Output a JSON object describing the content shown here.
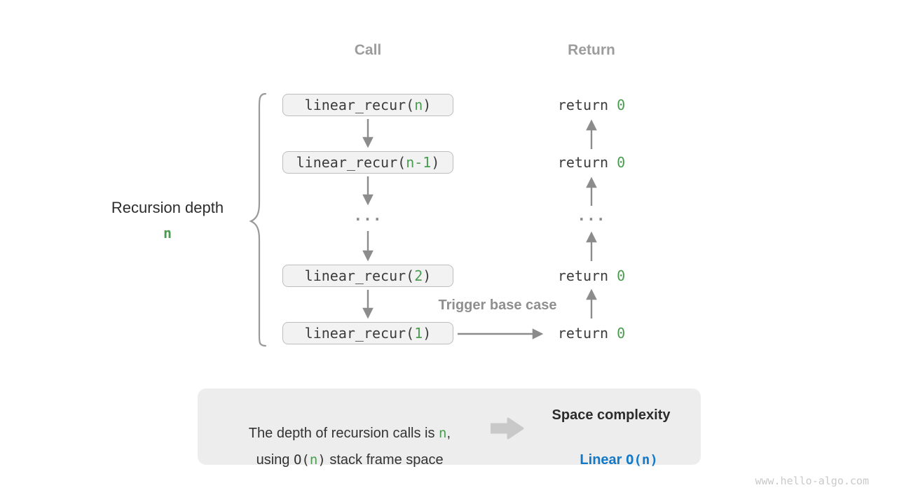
{
  "colors": {
    "green": "#4a9c4f",
    "blue": "#1379c9"
  },
  "columns": {
    "call": "Call",
    "return": "Return"
  },
  "depth": {
    "label": "Recursion depth",
    "value": "n"
  },
  "calls": [
    {
      "pre": "linear_recur(",
      "arg": "n",
      "post": ")"
    },
    {
      "pre": "linear_recur(",
      "arg": "n-1",
      "post": ")"
    },
    {
      "pre": "linear_recur(",
      "arg": "2",
      "post": ")"
    },
    {
      "pre": "linear_recur(",
      "arg": "1",
      "post": ")"
    }
  ],
  "returns": [
    {
      "keyword": "return ",
      "value": "0"
    },
    {
      "keyword": "return ",
      "value": "0"
    },
    {
      "keyword": "return ",
      "value": "0"
    },
    {
      "keyword": "return ",
      "value": "0"
    }
  ],
  "ellipsis": "...",
  "trigger_label": "Trigger base case",
  "summary": {
    "line1": {
      "pre": "The depth of recursion calls is ",
      "n": "n",
      "post": ","
    },
    "line2": {
      "pre": "using ",
      "o_open": "O(",
      "n": "n",
      "o_close": ")",
      "post": " stack frame space"
    },
    "title": "Space complexity",
    "result": {
      "label": "Linear ",
      "o_open": "O(",
      "n": "n",
      "o_close": ")"
    }
  },
  "watermark": "www.hello-algo.com"
}
